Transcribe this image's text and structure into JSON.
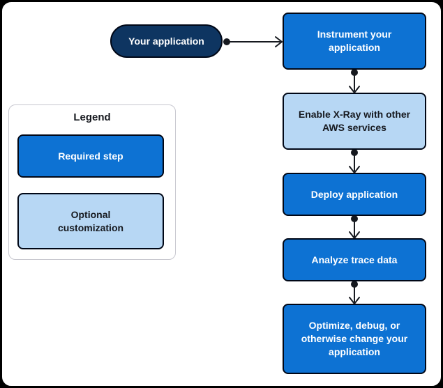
{
  "colors": {
    "required_fill": "#0d72d3",
    "optional_fill": "#b7d7f4",
    "app_fill": "#0e3561",
    "box_border": "#000716",
    "text_on_dark": "#ffffff",
    "text_on_light": "#16191f",
    "connector": "#16191f",
    "frame_bg": "#ffffff",
    "outside_bg": "#000000",
    "legend_border": "#c7c7cf"
  },
  "diagram": {
    "application_node": {
      "label": "Your application"
    },
    "flow_steps": [
      {
        "label": "Instrument your application",
        "type": "required"
      },
      {
        "label": "Enable X-Ray with other AWS services",
        "type": "optional"
      },
      {
        "label": "Deploy application",
        "type": "required"
      },
      {
        "label": "Analyze trace data",
        "type": "required"
      },
      {
        "label": "Optimize, debug, or otherwise change your application",
        "type": "required"
      }
    ]
  },
  "legend": {
    "title": "Legend",
    "items": [
      {
        "label": "Required step",
        "type": "required"
      },
      {
        "label": "Optional customization",
        "type": "optional"
      }
    ]
  }
}
